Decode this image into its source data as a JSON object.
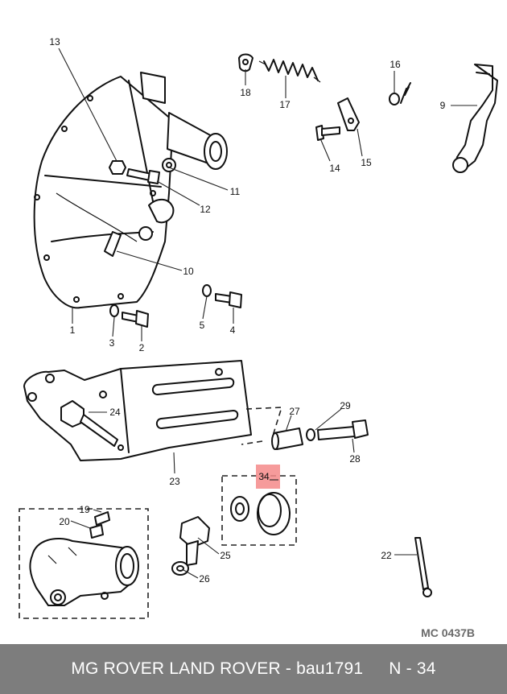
{
  "diagram": {
    "labels": {
      "p1": "1",
      "p2": "2",
      "p3": "3",
      "p4": "4",
      "p5": "5",
      "p9": "9",
      "p10": "10",
      "p11": "11",
      "p12": "12",
      "p13": "13",
      "p14": "14",
      "p15": "15",
      "p16": "16",
      "p17": "17",
      "p18": "18",
      "p19": "19",
      "p20": "20",
      "p22": "22",
      "p23": "23",
      "p24": "24",
      "p25": "25",
      "p26": "26",
      "p27": "27",
      "p28": "28",
      "p29": "29",
      "p34": "34"
    },
    "highlighted_part": "34",
    "highlight_color": "#f48a8a",
    "reference_code": "MC 0437B"
  },
  "footer": {
    "title": "MG ROVER LAND ROVER - bau1791",
    "page": "N - 34"
  }
}
